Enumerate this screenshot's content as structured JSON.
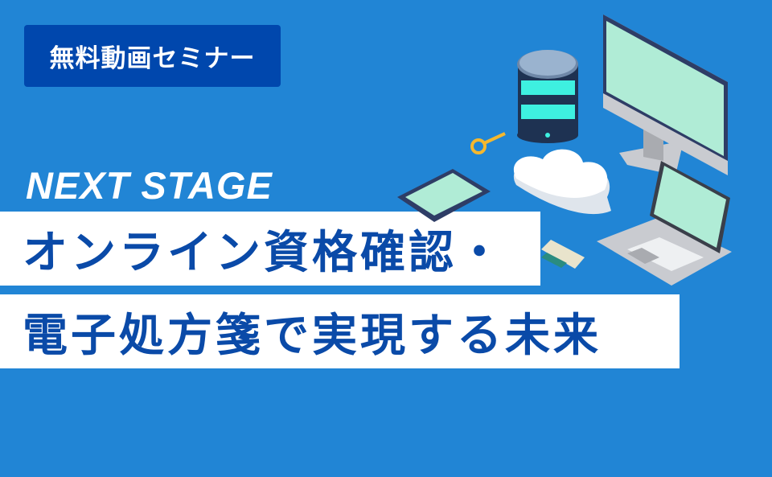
{
  "badge": {
    "label": "無料動画セミナー"
  },
  "subtitle": "NEXT STAGE",
  "title": {
    "line1": "オンライン資格確認・",
    "line2": "電子処方箋で実現する未来"
  },
  "colors": {
    "background": "#2185d5",
    "badge": "#0047ad",
    "title_text": "#0a4aa8",
    "screen": "#b0ecd6"
  },
  "illustration": {
    "icons": [
      "database-server-icon",
      "key-icon",
      "cloud-icon",
      "tablet-icon",
      "desktop-monitor-icon",
      "laptop-icon",
      "login-card-icon"
    ]
  }
}
